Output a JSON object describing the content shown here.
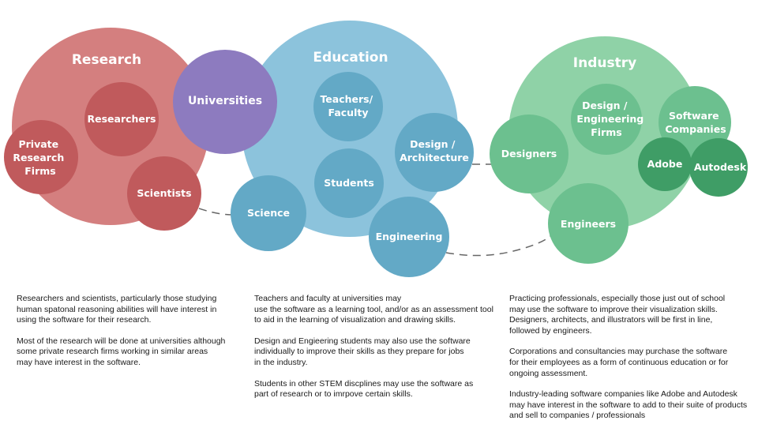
{
  "research": {
    "title": "Research",
    "nodes": {
      "researchers": "Researchers",
      "private_firms": [
        "Private",
        "Research",
        "Firms"
      ],
      "scientists": "Scientists"
    },
    "colors": {
      "main": "#d47f7f",
      "node": "#c05a5c"
    },
    "paragraphs": [
      "Researchers and scientists, particularly those studying\nhuman spatonal reasoning abilities will have interest in\nusing the software for their research.",
      "Most of the research will be done at universities although\nsome private research firms working in similar areas\nmay have interest in the software."
    ]
  },
  "universities": {
    "label": "Universities",
    "color": "#8d7bbf"
  },
  "education": {
    "title": "Education",
    "nodes": {
      "teachers": [
        "Teachers/",
        "Faculty"
      ],
      "students": "Students",
      "design_architecture": [
        "Design /",
        "Architecture"
      ],
      "science": "Science",
      "engineering": "Engineering"
    },
    "colors": {
      "main": "#8cc3dc",
      "node": "#63a9c6"
    },
    "paragraphs": [
      "Teachers and faculty at universities may\nuse the software as a learning tool, and/or as an assessment tool\nto aid in the learning of visualization and drawing skills.",
      "Design and Engieering students may also use the software\nindividually to improve their skills as they prepare for jobs\nin the industry.",
      "Students in other STEM discplines may use the software as\npart of research or to imrpove certain skills."
    ]
  },
  "industry": {
    "title": "Industry",
    "nodes": {
      "design_eng_firms": [
        "Design /",
        "Engineering",
        "Firms"
      ],
      "software_companies": [
        "Software",
        "Companies"
      ],
      "designers": "Designers",
      "adobe": "Adobe",
      "autodesk": "Autodesk",
      "engineers": "Engineers"
    },
    "colors": {
      "main": "#8fd2a7",
      "node": "#6cc08f",
      "dark": "#3f9d66"
    },
    "paragraphs": [
      "Practicing professionals, especially those just out of school\nmay use the software to improve their visualization skills.\nDesigners, architects, and illustrators will be first in line,\nfollowed by engineers.",
      "Corporations and consultancies may purchase the software\nfor their employees as a form of continuous education or for\nongoing assessment.",
      "Industry-leading software companies like Adobe and Autodesk\nmay have interest in the software to add to their suite of products\nand sell to companies / professionals"
    ]
  }
}
